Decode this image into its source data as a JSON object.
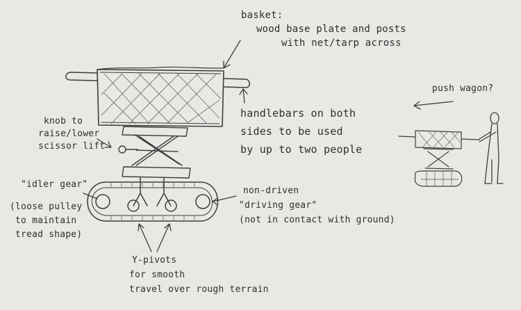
{
  "annotations": {
    "basket": [
      "basket:",
      "wood base plate and posts",
      "with net/tarp across"
    ],
    "handlebars": [
      "handlebars on both",
      "sides to be used",
      "by up to two people"
    ],
    "knob": [
      "knob to",
      "raise/lower",
      "scissor lift"
    ],
    "push_wagon": [
      "push wagon?"
    ],
    "idler_gear": [
      "\"idler gear\""
    ],
    "loose_pulley": [
      "(loose pulley",
      "to maintain",
      "tread shape)"
    ],
    "driving_gear": [
      "non-driven",
      "\"driving gear\"",
      "(not in contact with ground)"
    ],
    "y_pivots": [
      "Y-pivots",
      "for smooth",
      "travel over rough terrain"
    ]
  }
}
